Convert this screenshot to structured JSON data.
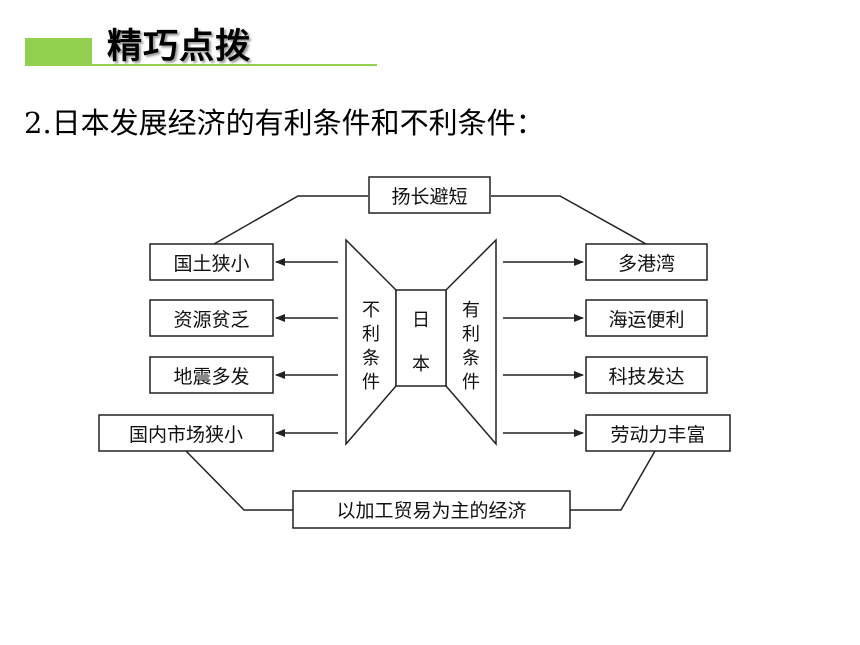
{
  "header": {
    "title": "精巧点拨"
  },
  "subtitle": "2.日本发展经济的有利条件和不利条件：",
  "diagram": {
    "top_box": "扬长避短",
    "bottom_box": "以加工贸易为主的经济",
    "center": "日本",
    "unfavorable_label": "不利条件",
    "favorable_label": "有利条件",
    "unfavorable": [
      "国土狭小",
      "资源贫乏",
      "地震多发",
      "国内市场狭小"
    ],
    "favorable": [
      "多港湾",
      "海运便利",
      "科技发达",
      "劳动力丰富"
    ],
    "colors": {
      "accent": "#92d050",
      "line": "#222222"
    }
  }
}
